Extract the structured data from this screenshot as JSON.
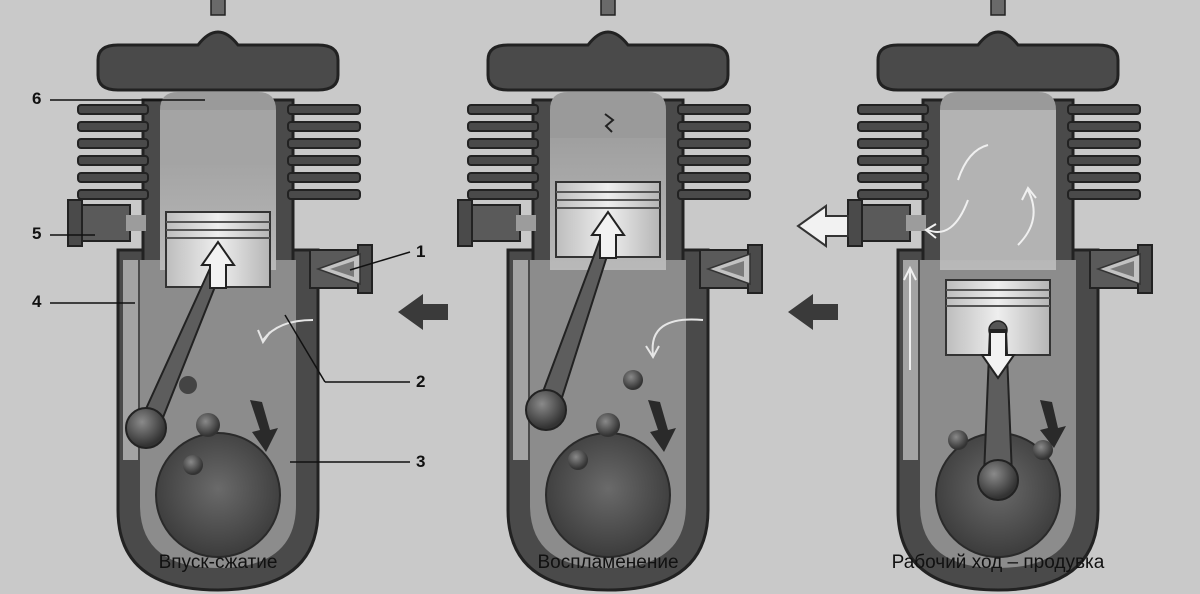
{
  "captions": {
    "intake_compression": "Впуск-сжатие",
    "ignition": "Воспламенение",
    "power_scavenge": "Рабочий ход – продувка"
  },
  "callouts": {
    "n1": "1",
    "n2": "2",
    "n3": "3",
    "n4": "4",
    "n5": "5",
    "n6": "6"
  },
  "colors": {
    "background": "#c9c9c9",
    "engine_body": "#4a4a4a",
    "engine_outline": "#2a2a2a",
    "chamber": "#a8a8a8",
    "piston": "#dcdcdc",
    "crankcase": "#6e6e6e",
    "flywheel": "#555555",
    "arrow_dark": "#3a3a3a",
    "arrow_light": "#f2f2f2"
  },
  "icons": {
    "spark_plug": "spark-plug-icon",
    "intake_arrow": "arrow-left-icon",
    "exhaust_arrow": "arrow-left-outline-icon",
    "piston_up": "arrow-up-icon",
    "piston_down": "arrow-down-icon",
    "rotation": "rotation-arrow-icon",
    "spark": "spark-icon"
  }
}
